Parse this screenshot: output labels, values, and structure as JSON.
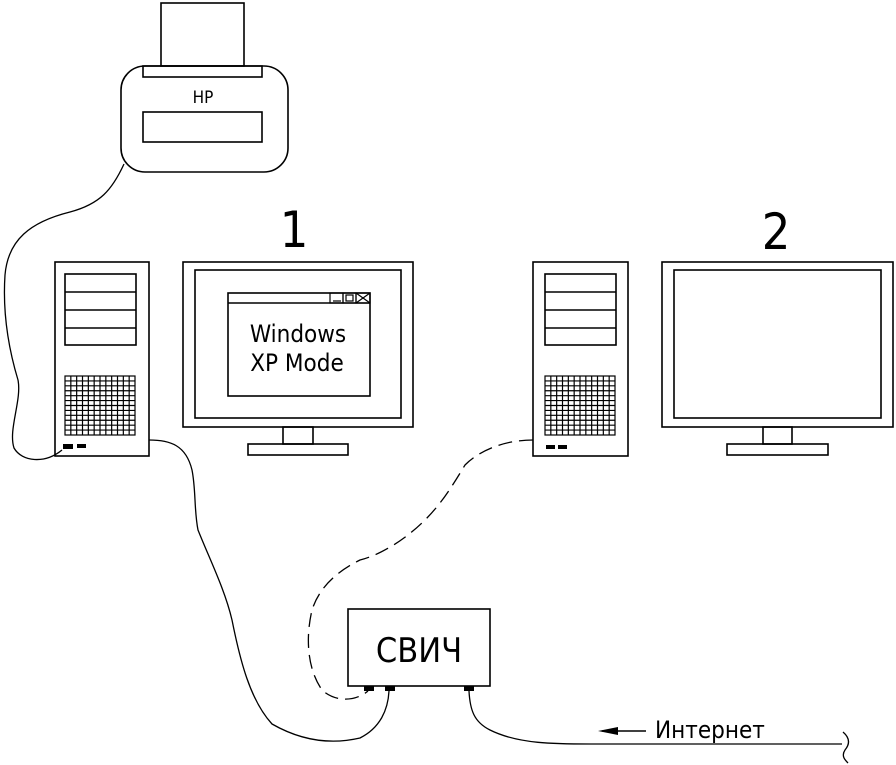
{
  "diagram": {
    "title": "Home network scheme",
    "stroke_color": "#000000",
    "background": "#ffffff",
    "printer": {
      "label": "HP"
    },
    "computer_1": {
      "number": "1",
      "window": {
        "title_buttons": [
          "minimize",
          "maximize",
          "close"
        ],
        "line1": "Windows",
        "line2": "XP Mode"
      }
    },
    "computer_2": {
      "number": "2"
    },
    "switch": {
      "label": "СВИЧ"
    },
    "internet": {
      "label": "Интернет"
    },
    "connections": [
      {
        "from": "printer",
        "to": "computer_1",
        "style": "solid"
      },
      {
        "from": "computer_1",
        "to": "switch",
        "style": "solid"
      },
      {
        "from": "computer_2",
        "to": "switch",
        "style": "dashed"
      },
      {
        "from": "internet",
        "to": "switch",
        "style": "solid"
      }
    ]
  }
}
